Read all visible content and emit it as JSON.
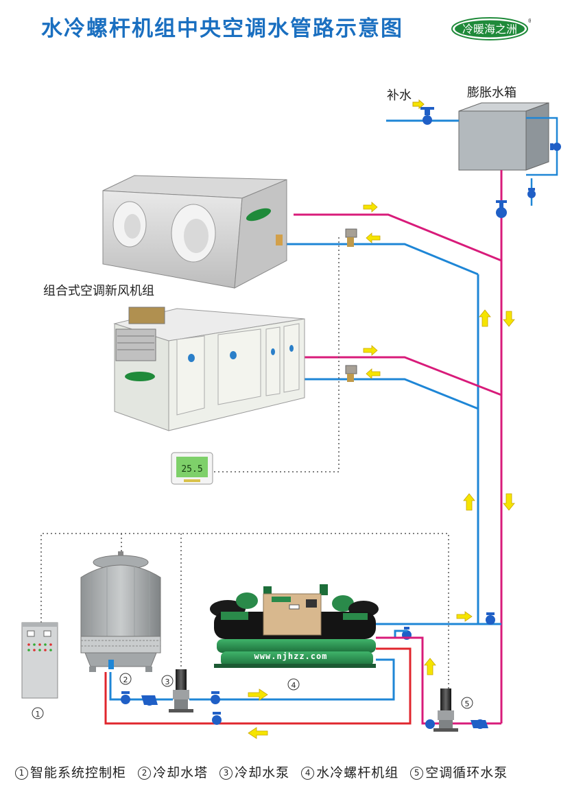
{
  "title": "水冷螺杆机组中央空调水管路示意图",
  "logo_text": "冷暖海之洲",
  "labels": {
    "makeup_water": "补水",
    "expansion_tank": "膨胀水箱",
    "ahu": "组合式空调新风机组",
    "website": "www.njhzz.com",
    "thermostat_reading": "25.5"
  },
  "equipment_numbers": [
    "①",
    "②",
    "③",
    "④",
    "⑤"
  ],
  "legend": [
    {
      "num": "1",
      "text": "智能系统控制柜"
    },
    {
      "num": "2",
      "text": "冷却水塔"
    },
    {
      "num": "3",
      "text": "冷却水泵"
    },
    {
      "num": "4",
      "text": "水冷螺杆机组"
    },
    {
      "num": "5",
      "text": "空调循环水泵"
    }
  ],
  "colors": {
    "title": "#1a6fc0",
    "supply_pipe": "#d81b7a",
    "return_pipe": "#1e86d6",
    "cooling_hot_pipe": "#e0262d",
    "arrow": "#f5e400",
    "logo_green": "#1f8a3a",
    "valve": "#1f5fc6"
  }
}
